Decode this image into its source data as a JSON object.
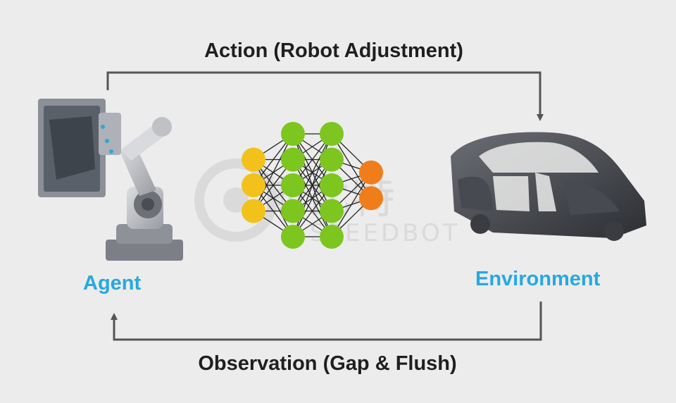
{
  "labels": {
    "action": "Action (Robot Adjustment)",
    "observation": "Observation (Gap & Flush)",
    "agent": "Agent",
    "environment": "Environment"
  },
  "watermark": {
    "brand_text": "SPEEDBOT",
    "cn_text": "斯比特"
  },
  "colors": {
    "background": "#ececec",
    "label_blue": "#27a8e0",
    "arrow": "#555555",
    "input_node": "#f2c21b",
    "hidden_node": "#7cc61f",
    "output_node": "#ef7d1a"
  },
  "icons": {
    "agent": "industrial-robot-arm-icon",
    "environment": "car-body-frame-icon"
  },
  "network": {
    "layers": [
      3,
      5,
      5,
      2
    ]
  }
}
